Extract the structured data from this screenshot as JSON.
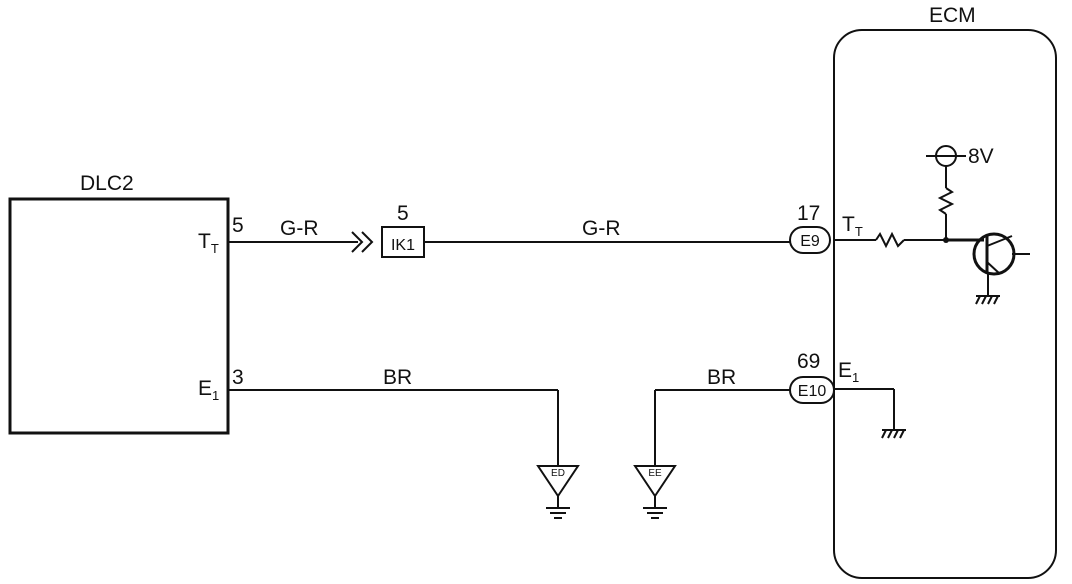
{
  "ecm": {
    "title": "ECM",
    "voltage": "8V"
  },
  "dlc2": {
    "title": "DLC2",
    "tt_main": "T",
    "tt_sub": "T",
    "tt_pin": "5",
    "e1_main": "E",
    "e1_sub": "1",
    "e1_pin": "3"
  },
  "wires": {
    "gr_left": "G-R",
    "gr_right": "G-R",
    "br_left": "BR",
    "br_right": "BR"
  },
  "connectors": {
    "ik1": {
      "label": "IK1",
      "pin": "5"
    },
    "e9": {
      "label": "E9",
      "pin": "17"
    },
    "e10": {
      "label": "E10",
      "pin": "69"
    }
  },
  "ecm_terminals": {
    "tt_main": "T",
    "tt_sub": "T",
    "e1_main": "E",
    "e1_sub": "1"
  },
  "grounds": {
    "left": "ED",
    "right": "EE"
  }
}
